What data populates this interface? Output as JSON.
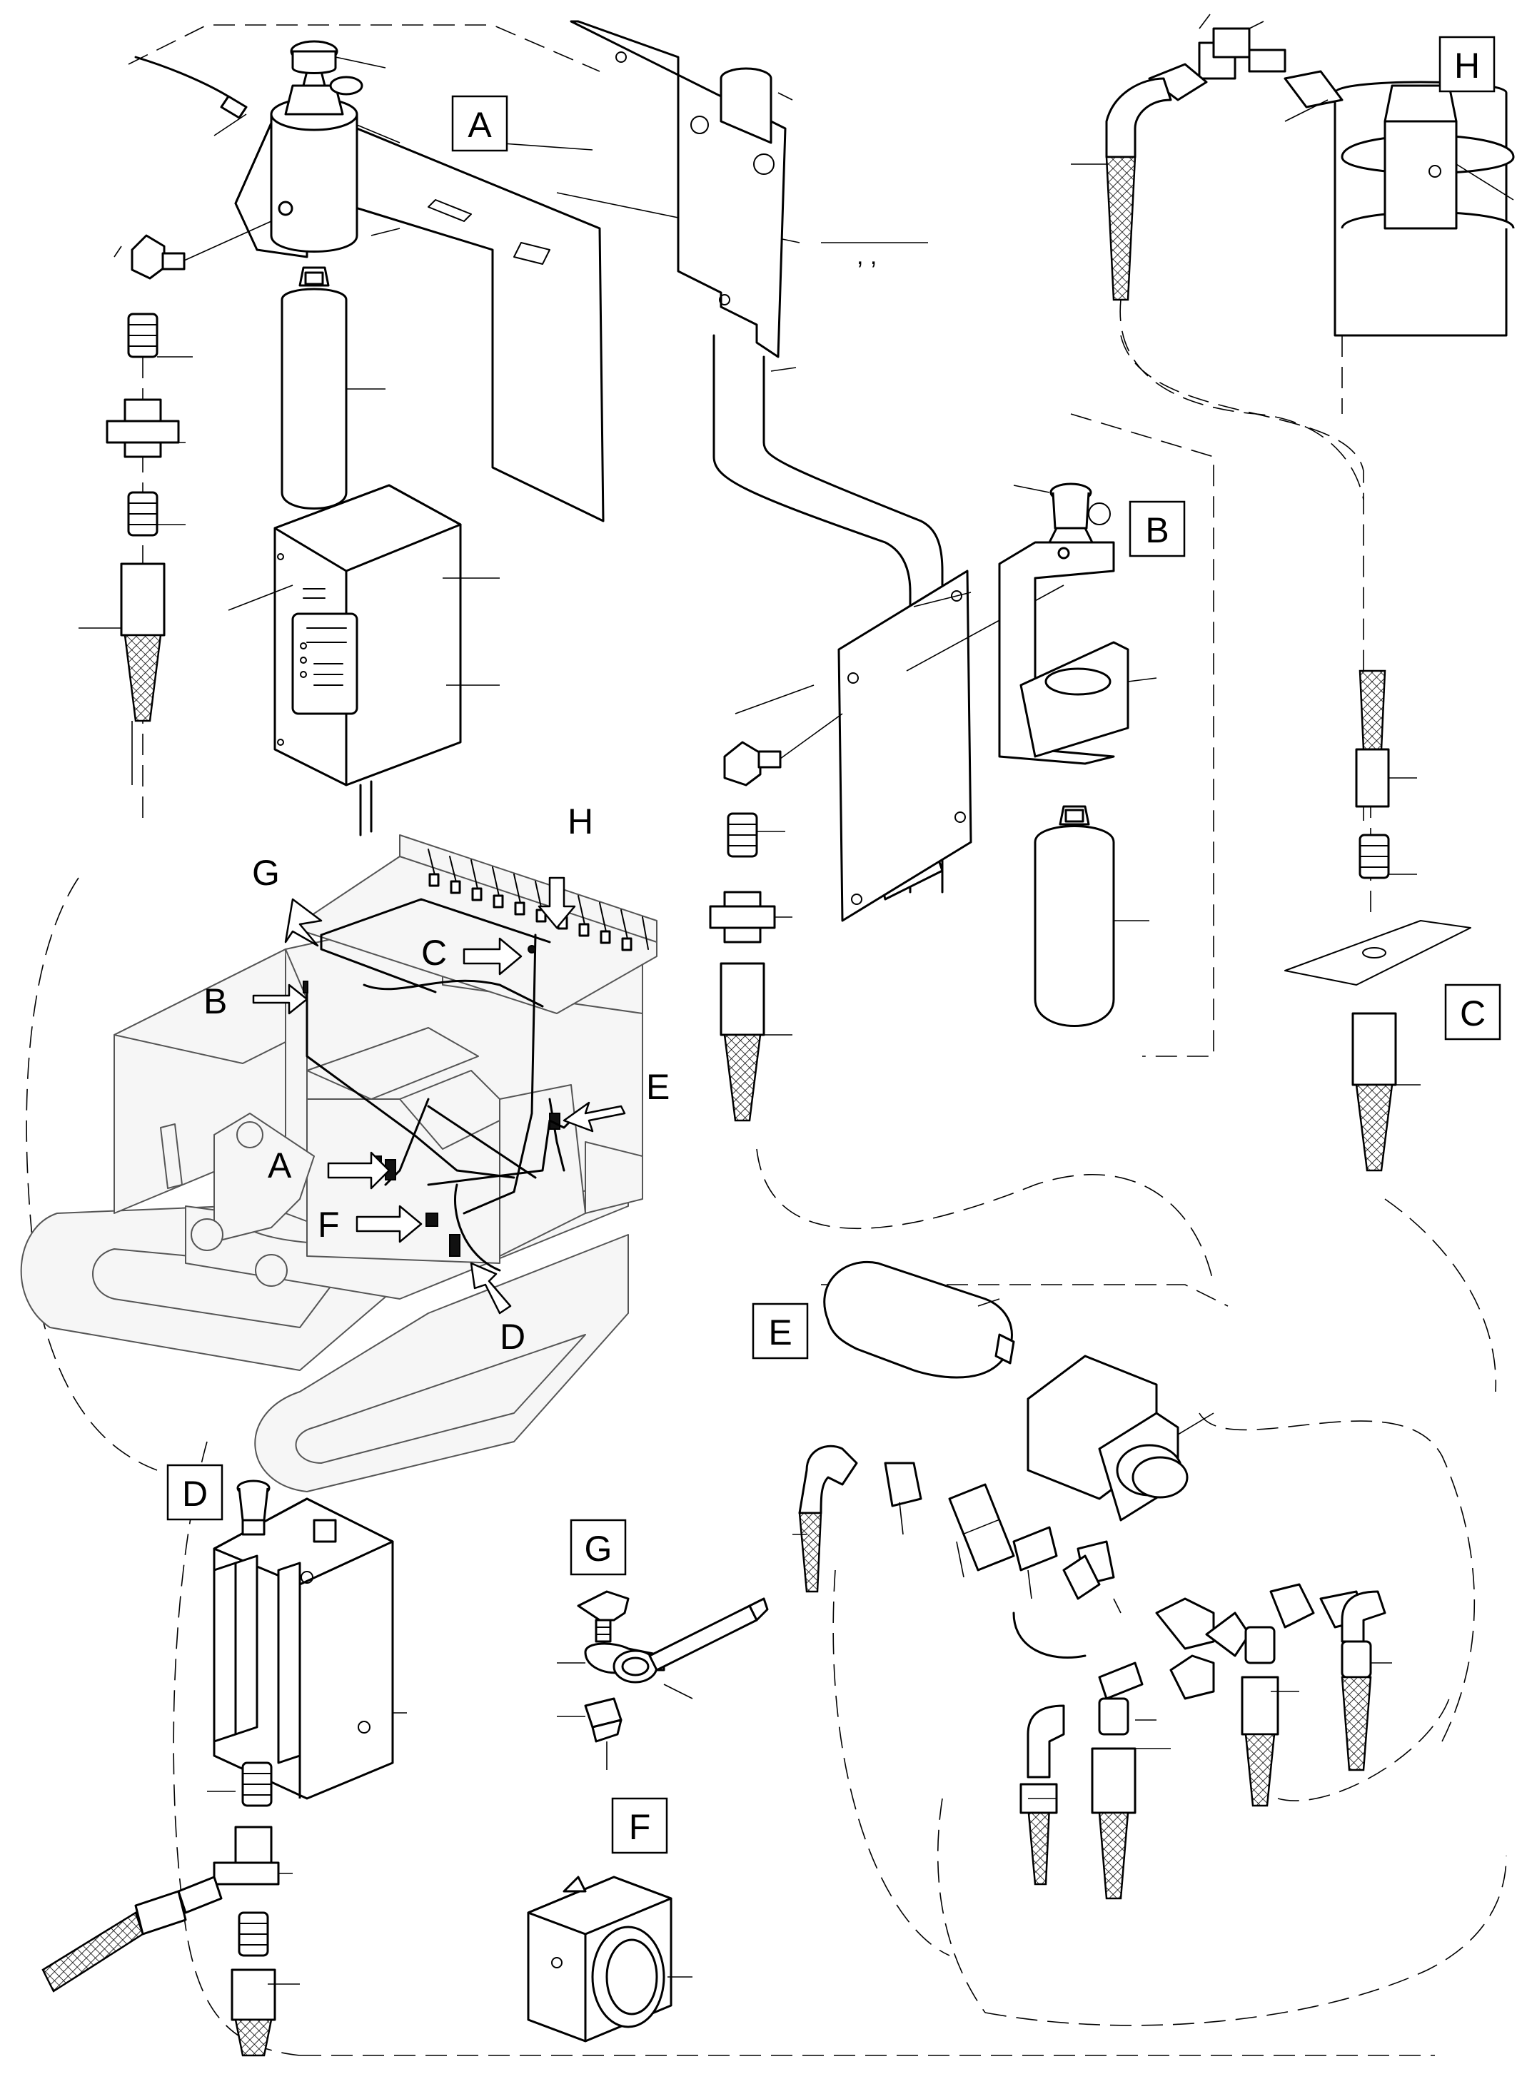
{
  "callouts": [
    {
      "id": "A",
      "label": "A"
    },
    {
      "id": "B",
      "label": "B"
    },
    {
      "id": "C",
      "label": "C"
    },
    {
      "id": "D",
      "label": "D"
    },
    {
      "id": "E",
      "label": "E"
    },
    {
      "id": "F",
      "label": "F"
    },
    {
      "id": "G",
      "label": "G"
    },
    {
      "id": "H",
      "label": "H"
    }
  ],
  "view_labels": {
    "A": "A",
    "B": "B",
    "C": "C",
    "D": "D",
    "E": "E",
    "F": "F",
    "G": "G",
    "H": "H"
  },
  "stray_marks": ",   ,"
}
